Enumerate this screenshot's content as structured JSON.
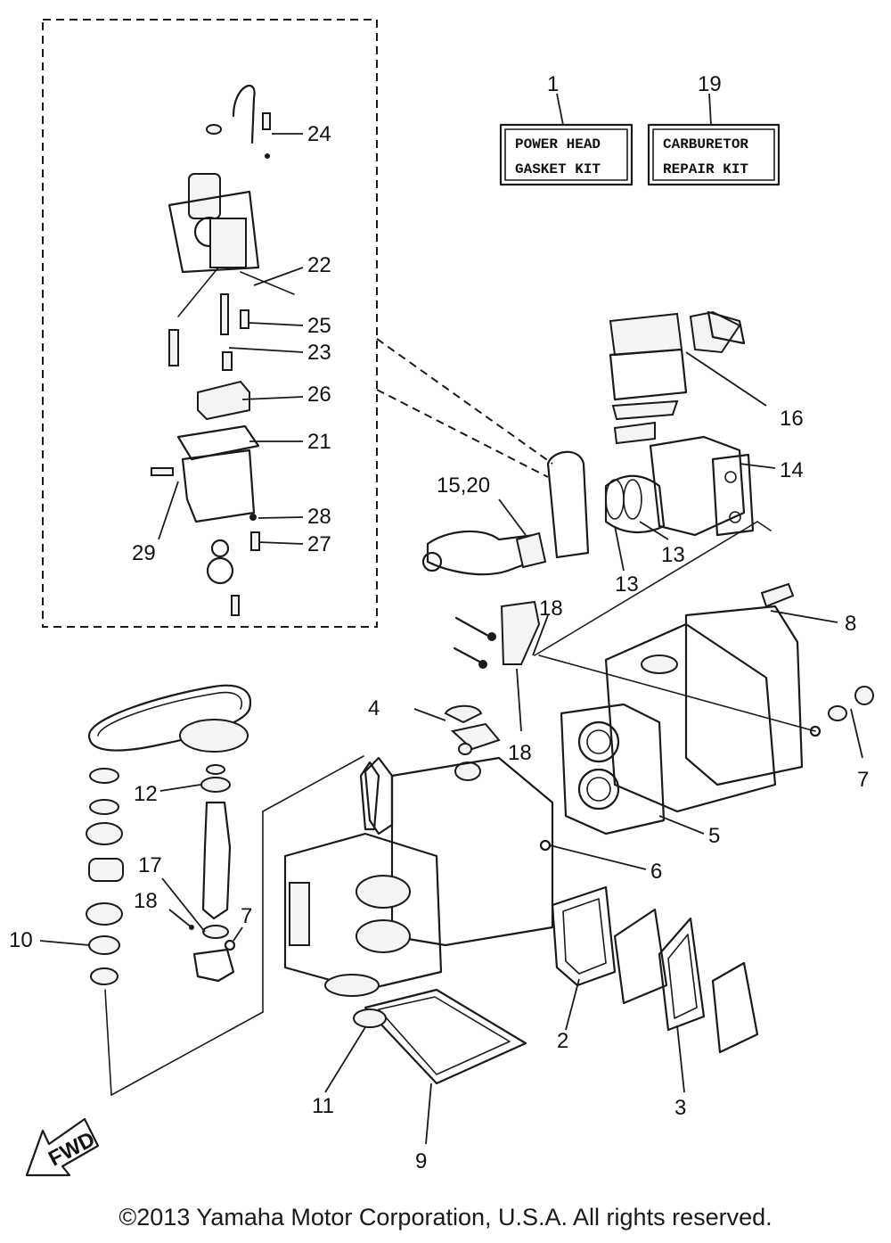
{
  "kits": [
    {
      "number": "1",
      "line1": "POWER HEAD",
      "line2": "GASKET KIT"
    },
    {
      "number": "19",
      "line1": "CARBURETOR",
      "line2": "REPAIR KIT"
    }
  ],
  "callouts": {
    "c1": "1",
    "c2": "2",
    "c3": "3",
    "c4": "4",
    "c5": "5",
    "c6": "6",
    "c7a": "7",
    "c7b": "7",
    "c8": "8",
    "c9": "9",
    "c10": "10",
    "c11": "11",
    "c12": "12",
    "c13a": "13",
    "c13b": "13",
    "c14": "14",
    "c1520": "15,20",
    "c16": "16",
    "c17": "17",
    "c18a": "18",
    "c18b": "18",
    "c18c": "18",
    "c19": "19",
    "c21": "21",
    "c22": "22",
    "c23": "23",
    "c24": "24",
    "c25": "25",
    "c26": "26",
    "c27": "27",
    "c28": "28",
    "c29": "29"
  },
  "fwd_label": "FWD",
  "copyright": "©2013 Yamaha Motor Corporation, U.S.A. All rights reserved."
}
